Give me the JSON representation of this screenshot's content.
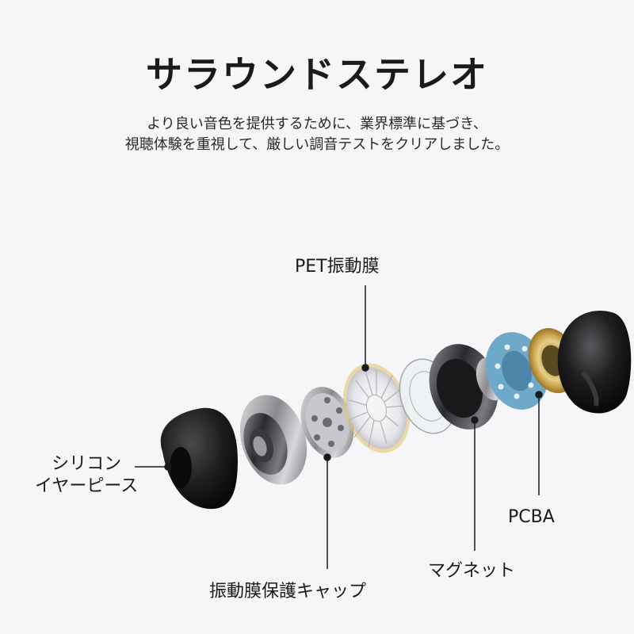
{
  "header": {
    "title": "サラウンドステレオ",
    "description_line1": "より良い音色を提供するために、業界標準に基づき、",
    "description_line2": "視聴体験を重視して、厳しい調音テストをクリアしました。"
  },
  "labels": {
    "pet_diaphragm": "PET振動膜",
    "silicone_line1": "シリコン",
    "silicone_line2": "イヤーピース",
    "pcba": "PCBA",
    "magnet": "マグネット",
    "diaphragm_cap": "振動膜保護キャップ"
  },
  "colors": {
    "background": "#f6f6f8",
    "pcba_blue": "#6fa9c9",
    "gold": "#c9a24a",
    "dark": "#1c1c1c"
  }
}
